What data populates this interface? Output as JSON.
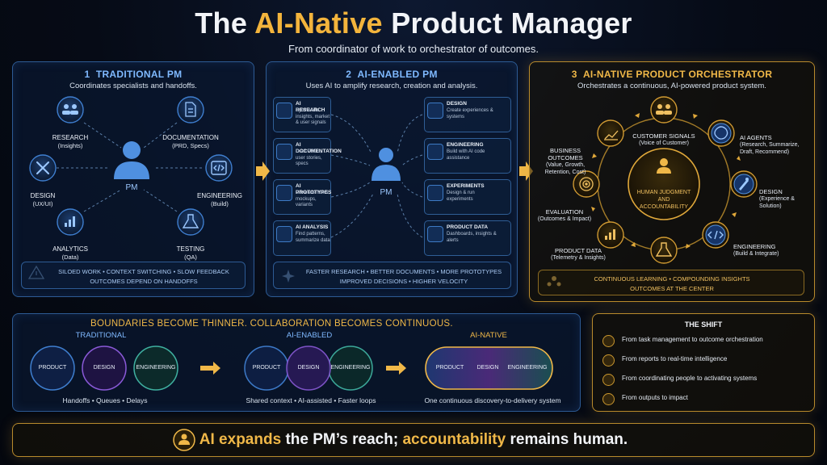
{
  "header": {
    "title_part1": "The",
    "title_highlight": "AI-Native",
    "title_part2": "Product Manager",
    "subtitle": "From coordinator of work to orchestrator of outcomes."
  },
  "panel1": {
    "number": "1",
    "title": "TRADITIONAL PM",
    "subtitle": "Coordinates specialists and handoffs.",
    "center": "PM",
    "nodes": [
      {
        "label": "RESEARCH",
        "detail": "(Insights)",
        "icon": "team-icon"
      },
      {
        "label": "DOCUMENTATION",
        "detail": "(PRD, Specs)",
        "icon": "document-icon"
      },
      {
        "label": "DESIGN",
        "detail": "(UX/UI)",
        "icon": "tools-icon"
      },
      {
        "label": "ENGINEERING",
        "detail": "(Build)",
        "icon": "code-icon"
      },
      {
        "label": "ANALYTICS",
        "detail": "(Data)",
        "icon": "bar-chart-icon"
      },
      {
        "label": "TESTING",
        "detail": "(QA)",
        "icon": "flask-icon"
      }
    ],
    "issues_line1": "SILOED WORK  •  CONTEXT SWITCHING  •  SLOW FEEDBACK",
    "issues_line2": "OUTCOMES DEPEND ON HANDOFFS"
  },
  "panel2": {
    "number": "2",
    "title": "AI-ENABLED PM",
    "subtitle": "Uses AI to amplify research, creation and analysis.",
    "center": "PM",
    "left_boxes": [
      {
        "title": "AI RESEARCH",
        "body": "Synthesize insights, market & user signals",
        "icon": "brain-icon"
      },
      {
        "title": "AI DOCUMENTATION",
        "body": "Draft PRDs, user stories, specs",
        "icon": "document-icon"
      },
      {
        "title": "AI PROTOTYPES",
        "body": "Generate flows, mockups, variants",
        "icon": "cube-icon"
      },
      {
        "title": "AI ANALYSIS",
        "body": "Find patterns, summarize data",
        "icon": "chart-magnify-icon"
      }
    ],
    "right_boxes": [
      {
        "title": "DESIGN",
        "body": "Create experiences & systems",
        "icon": "design-icon"
      },
      {
        "title": "ENGINEERING",
        "body": "Build with AI code assistance",
        "icon": "code-icon"
      },
      {
        "title": "EXPERIMENTS",
        "body": "Design & run experiments",
        "icon": "flask-icon"
      },
      {
        "title": "PRODUCT DATA",
        "body": "Dashboards, insights & alerts",
        "icon": "dashboard-icon"
      }
    ],
    "benefits_line1": "FASTER RESEARCH  •  BETTER DOCUMENTS  •  MORE PROTOTYPES",
    "benefits_line2": "IMPROVED DECISIONS  •  HIGHER VELOCITY"
  },
  "panel3": {
    "number": "3",
    "title": "AI-NATIVE PRODUCT ORCHESTRATOR",
    "subtitle": "Orchestrates a continuous, AI-powered product system.",
    "center_line1": "HUMAN JUDGMENT",
    "center_line2": "AND",
    "center_line3": "ACCOUNTABILITY",
    "nodes": [
      {
        "label": "CUSTOMER SIGNALS",
        "detail": "(Voice of Customer)",
        "icon": "team-icon"
      },
      {
        "label": "AI AGENTS",
        "detail": "(Research, Summarize,\nDraft, Recommend)",
        "icon": "brain-icon"
      },
      {
        "label": "DESIGN",
        "detail": "(Experience &\nSolution)",
        "icon": "rocket-icon"
      },
      {
        "label": "ENGINEERING",
        "detail": "(Build & Integrate)",
        "icon": "code-icon"
      },
      {
        "label": "",
        "detail": "",
        "icon": "flask-icon"
      },
      {
        "label": "PRODUCT DATA",
        "detail": "(Telemetry & Insights)",
        "icon": "bar-chart-icon"
      },
      {
        "label": "EVALUATION",
        "detail": "(Outcomes & Impact)",
        "icon": "target-icon"
      },
      {
        "label": "BUSINESS OUTCOMES",
        "detail": "(Value, Growth,\nRetention, Cost)",
        "icon": "growth-chart-icon"
      }
    ],
    "footer_line1": "CONTINUOUS LEARNING  •  COMPOUNDING INSIGHTS",
    "footer_line2": "OUTCOMES AT THE CENTER"
  },
  "boundaries": {
    "title": "BOUNDARIES BECOME THINNER. COLLABORATION BECOMES CONTINUOUS.",
    "traditional": {
      "label": "TRADITIONAL",
      "circles": [
        "PRODUCT",
        "DESIGN",
        "ENGINEERING"
      ],
      "caption": "Handoffs  •  Queues  •  Delays"
    },
    "ai_enabled": {
      "label": "AI-ENABLED",
      "circles": [
        "PRODUCT",
        "DESIGN",
        "ENGINEERING"
      ],
      "caption": "Shared context  •  AI-assisted  •  Faster loops"
    },
    "ai_native": {
      "label": "AI-NATIVE",
      "circles": [
        "PRODUCT",
        "DESIGN",
        "ENGINEERING"
      ],
      "caption": "One continuous discovery-to-delivery system"
    }
  },
  "shift": {
    "title": "THE SHIFT",
    "items": [
      {
        "text": "From task management to outcome orchestration",
        "icon": "list-icon"
      },
      {
        "text": "From reports to real-time intelligence",
        "icon": "bar-chart-icon"
      },
      {
        "text": "From coordinating people to activating systems",
        "icon": "network-icon"
      },
      {
        "text": "From outputs to impact",
        "icon": "target-icon"
      }
    ]
  },
  "bottom": {
    "text_part1": "AI expands",
    "text_part2": "the PM’s reach;",
    "text_part3": "accountability",
    "text_part4": "remains human."
  },
  "colors": {
    "accent_gold": "#f0b848",
    "accent_blue": "#7fb9ff",
    "panel_border_blue": "#2d5b94",
    "panel_border_gold": "#b88a2c",
    "background": "#060b16"
  }
}
